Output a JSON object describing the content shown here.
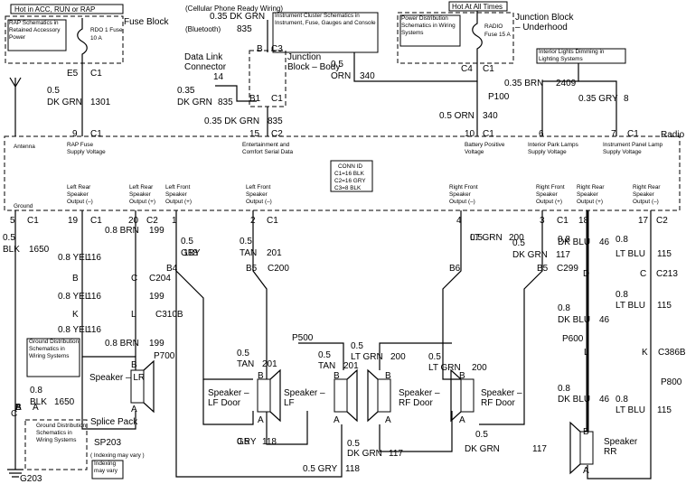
{
  "top_boxes": {
    "hot_acc": "Hot in ACC, RUN or RAP",
    "hot_all": "Hot At All Times",
    "rap": "RAP Schematics in Retained Accessory Power",
    "cluster": "Instrument Cluster Schematics in Instrument, Fuse, Gauges and Console",
    "power_dist": "Power Distribution Schematics in Wiring Systems",
    "interior_lights": "Interior Lights Dimming in Lighting Systems",
    "ground_dist": "Ground Distribution Schematics in Wiring Systems",
    "ground_dist2": "Ground Distribution Schematics in Wiring Systems",
    "indexing": "Indexing may vary"
  },
  "components": {
    "fuse_block": "Fuse Block",
    "rdo1_fuse": "RDO 1 Fuse 10 A",
    "radio_fuse": "RADIO Fuse 15 A",
    "junction_body": "Junction Block – Body",
    "junction_underhood": "Junction Block – Underhood",
    "data_link": "Data Link Connector",
    "cellular": "(Cellular Phone Ready Wiring)",
    "bluetooth": "(Bluetooth)",
    "radio": "Radio",
    "antenna": "Antenna",
    "splice_pack": "Splice Pack",
    "sp203": "SP203",
    "indexing_note": "( Indexing may vary )",
    "g203": "G203",
    "conn_title": "CONN ID",
    "conn_c1": "C1=16 BLK",
    "conn_c2": "C2=16 GRY",
    "conn_c3": "C3=8 BLK",
    "speaker_lr": "Speaker – LR",
    "speaker_lf": "Speaker – LF Door",
    "speaker_lf_center": "Speaker – LF",
    "speaker_rf": "Speaker – RF Door",
    "speaker_rr": "Speaker RR"
  },
  "radio_pins": [
    "RAP Fuse Supply Voltage",
    "Entertainment and Comfort Serial Data",
    "Battery Positive Voltage",
    "Interior Park Lamps Supply Voltage",
    "Instrument Panel Lamp Supply Voltage",
    "Ground",
    "Left Rear Speaker Output (–)",
    "Left Rear Speaker Output (+)",
    "Left Front Speaker Output (+)",
    "Left Front Speaker Output (–)",
    "Right Front Speaker Output (–)",
    "Right Front Speaker Output (+)",
    "Right Rear Speaker Output (+)",
    "Right Rear Speaker Output (–)"
  ],
  "wire_labels": [
    "E5",
    "C1",
    "0.5",
    "DK GRN",
    "1301",
    "9",
    "C1",
    "0.35 DK GRN",
    "835",
    "B",
    "C3",
    "14",
    "0.35",
    "DK GRN",
    "835",
    "B1",
    "C1",
    "0.35 DK GRN",
    "835",
    "15",
    "C2",
    "0.5",
    "ORN",
    "340",
    "C4",
    "C1",
    "P100",
    "0.5 ORN",
    "340",
    "10",
    "C1",
    "0.35 BRN",
    "2409",
    "6",
    "0.35 GRY",
    "8",
    "7",
    "C1",
    "5",
    "C1",
    "0.5",
    "BLK",
    "1650",
    "19",
    "C1",
    "20",
    "C2",
    "0.8 BRN",
    "199",
    "0.8 YEL",
    "116",
    "B",
    "C",
    "C204",
    "0.8 YEL",
    "116",
    "199",
    "K",
    "L",
    "C310B",
    "0.8 YEL",
    "116",
    "0.8 BRN",
    "199",
    "P700",
    "0.8",
    "BLK",
    "1650",
    "C",
    "1",
    "0.5",
    "GRY",
    "118",
    "B4",
    "2",
    "C1",
    "0.5",
    "TAN",
    "201",
    "B5",
    "C200",
    "P500",
    "0.5",
    "TAN",
    "201",
    "0.5",
    "TAN",
    "201",
    "0.5",
    "LT GRN",
    "200",
    "0.5",
    "GRY",
    "118",
    "0.5",
    "DK GRN",
    "117",
    "0.5 GRY",
    "118",
    "4",
    "0.5",
    "LT GRN",
    "200",
    "3",
    "C1",
    "0.5",
    "DK GRN",
    "117",
    "B6",
    "B5",
    "C299",
    "0.5",
    "LT GRN",
    "200",
    "0.5",
    "DK GRN",
    "117",
    "P600",
    "18",
    "0.8",
    "DK BLU",
    "46",
    "17",
    "C2",
    "0.8",
    "LT BLU",
    "115",
    "D",
    "C",
    "C213",
    "0.8",
    "DK BLU",
    "46",
    "0.8",
    "LT BLU",
    "115",
    "L",
    "K",
    "C386B",
    "P800",
    "0.8",
    "DK BLU",
    "46",
    "0.8",
    "LT BLU",
    "115",
    "B",
    "A",
    "B",
    "A",
    "B",
    "A",
    "B",
    "A",
    "B",
    "A",
    "A",
    "B",
    "A",
    "B",
    "A",
    "B"
  ]
}
